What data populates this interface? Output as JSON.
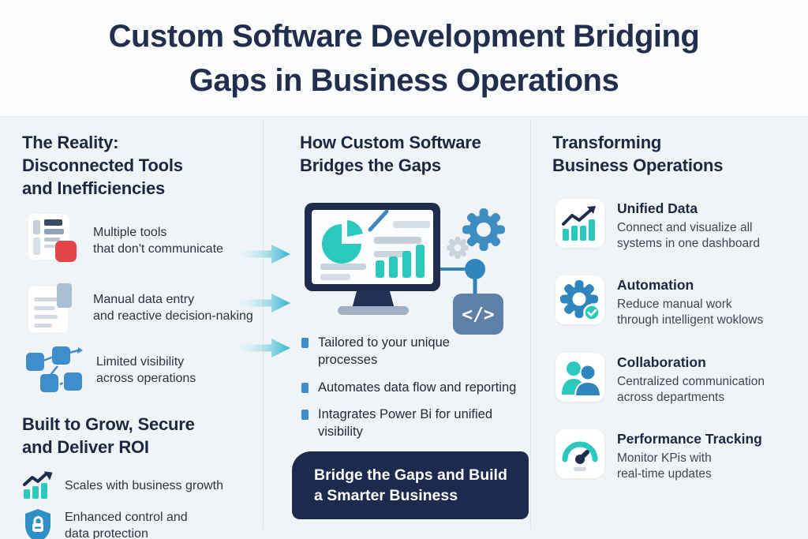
{
  "title": "Custom Software Development Bridging\nGaps in Business Operations",
  "left_column": {
    "heading1": "The Reality:\nDisconnected Tools\nand Inefficiencies",
    "pain_points": [
      {
        "icon": "disconnected-documents-icon",
        "label": "Multiple tools\nthat don't communicate"
      },
      {
        "icon": "manual-entry-document-icon",
        "label": "Manual data entry\nand reactive decision-naking"
      },
      {
        "icon": "flowchart-nodes-icon",
        "label": "Limited visibility\nacross operations"
      }
    ],
    "heading2": "Built to Grow, Secure\nand Deliver ROI",
    "benefits": [
      {
        "icon": "growth-chart-icon",
        "label": "Scales with business growth"
      },
      {
        "icon": "shield-lock-icon",
        "label": "Enhanced control and\ndata protection"
      }
    ]
  },
  "middle_column": {
    "heading": "How Custom Software\nBridges the Gaps",
    "illustration_icons": [
      "dashboard-monitor-icon",
      "gear-icon",
      "small-gear-icon",
      "connector-node-icon",
      "code-block-icon"
    ],
    "code_symbol": "</>",
    "bullets": [
      "Tailored to your unique\nprocesses",
      "Automates data flow and reporting",
      "Intagrates Power Bi for unified\nvisibility"
    ],
    "cta": "Bridge the Gaps and Build\na Smarter Business"
  },
  "right_column": {
    "heading": "Transforming\nBusiness Operations",
    "items": [
      {
        "icon": "unified-data-chart-icon",
        "title": "Unified Data",
        "description": "Connect and visualize all\nsystems in one dashboard"
      },
      {
        "icon": "automation-gear-check-icon",
        "title": "Automation",
        "description": "Reduce manual work\nthrough intelligent woklows"
      },
      {
        "icon": "collaboration-people-icon",
        "title": "Collaboration",
        "description": "Centralized communication\nacross departments"
      },
      {
        "icon": "performance-gauge-icon",
        "title": "Performance Tracking",
        "description": "Monitor KPis with\nreal-time updates"
      }
    ]
  },
  "colors": {
    "navy": "#1e2c4e",
    "teal": "#2bc8bc",
    "blue": "#3f8ecb",
    "arrow_cyan": "#2eb6cf",
    "alert_red": "#e2444c",
    "cta_background": "#1b2a4d",
    "content_background": "#f1f4f7",
    "header_background": "#fbfcfe"
  }
}
